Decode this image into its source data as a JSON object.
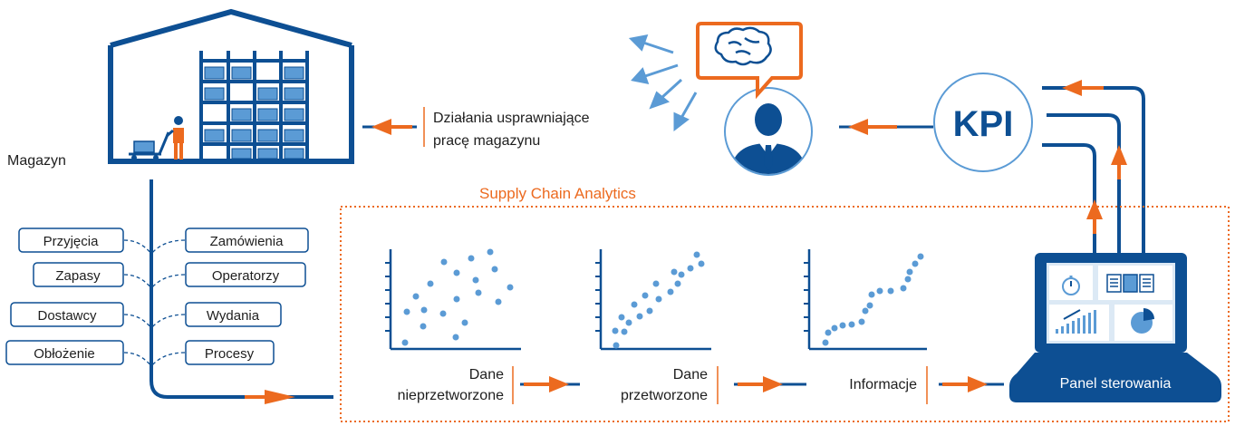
{
  "colors": {
    "blue": "#0d4f93",
    "light_blue": "#5b9bd5",
    "orange": "#ec6a1f",
    "text": "#1e1e1e"
  },
  "warehouse": {
    "label": "Magazyn",
    "data_tags_left": [
      "Przyjęcia",
      "Zapasy",
      "Dostawcy",
      "Obłożenie"
    ],
    "data_tags_right": [
      "Zamówienia",
      "Operatorzy",
      "Wydania",
      "Procesy"
    ]
  },
  "actions": {
    "line1": "Działania usprawniające",
    "line2": "pracę magazynu"
  },
  "kpi": {
    "label": "KPI"
  },
  "analytics": {
    "title": "Supply Chain Analytics",
    "stage1": {
      "line1": "Dane",
      "line2": "nieprzetworzone"
    },
    "stage2": {
      "line1": "Dane",
      "line2": "przetworzone"
    },
    "stage3": {
      "line1": "Informacje"
    }
  },
  "dashboard": {
    "label": "Panel sterowania"
  },
  "icons": [
    "warehouse-icon",
    "worker-icon",
    "cart-icon",
    "manager-icon",
    "brain-icon",
    "kpi-circle-icon",
    "laptop-icon",
    "stopwatch-icon",
    "document-icon",
    "bar-chart-icon",
    "pie-chart-icon",
    "scatter-chart-icon"
  ]
}
